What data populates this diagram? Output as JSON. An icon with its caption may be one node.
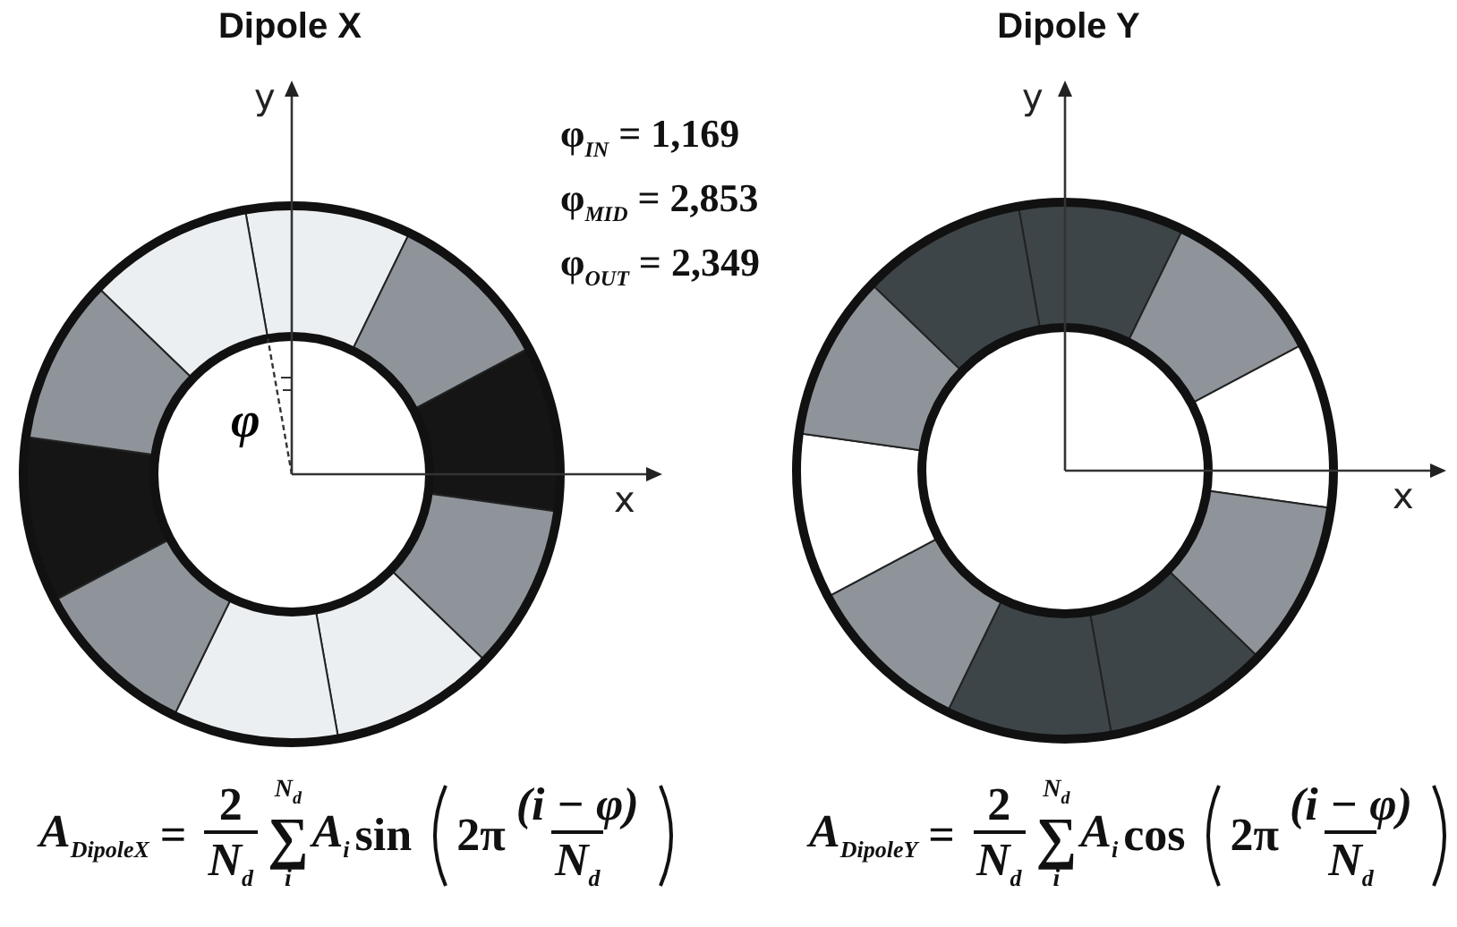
{
  "diagram": {
    "labels": [
      "Dipole X",
      "Dipole Y",
      "y",
      "y",
      "φ$_{IN}$ = 1,169",
      "φ$_{MID}$ = 2,853",
      "φ$_{OUT}$ = 2,349",
      "φ",
      "x",
      "x",
      "A$_{DipoleX}$",
      "=",
      "2",
      "N$_{d}$",
      "N$_{d}$",
      "∑",
      "i",
      "A$_{i}$",
      "sin",
      "2π",
      "(i − φ)",
      "N$_{d}$",
      "A$_{DipoleY}$",
      "=",
      "2",
      "N$_{d}$",
      "N$_{d}$",
      "∑",
      "i",
      "A$_{i}$",
      "cos",
      "2π",
      "(i − φ)",
      "N$_{d}$"
    ]
  }
}
